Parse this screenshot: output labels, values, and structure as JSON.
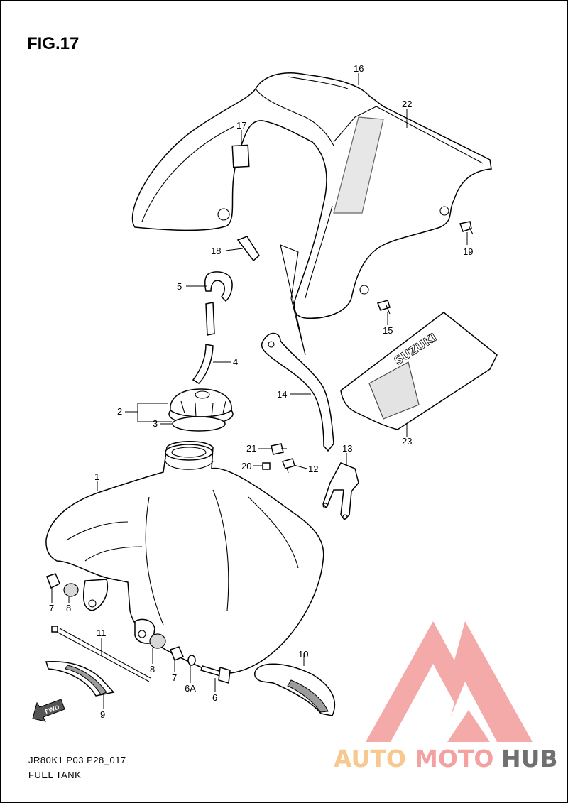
{
  "figure": {
    "title": "FIG.17",
    "code": "JR80K1 P03 P28_017",
    "name": "FUEL TANK"
  },
  "callouts": [
    "1",
    "2",
    "3",
    "4",
    "5",
    "6",
    "6A",
    "7",
    "7",
    "8",
    "8",
    "9",
    "10",
    "11",
    "12",
    "13",
    "14",
    "15",
    "16",
    "17",
    "18",
    "19",
    "20",
    "21",
    "22",
    "23"
  ],
  "decals": {
    "brand": "SUZUKI",
    "fwd": "FWD"
  },
  "watermark": {
    "part1": "AUTO",
    "part2": "MOTO",
    "part3": "HUB",
    "colors": {
      "part1": "#f8c98f",
      "part2": "#f4a1a1",
      "part3": "#707070",
      "logo": "#f4a1a1"
    }
  }
}
